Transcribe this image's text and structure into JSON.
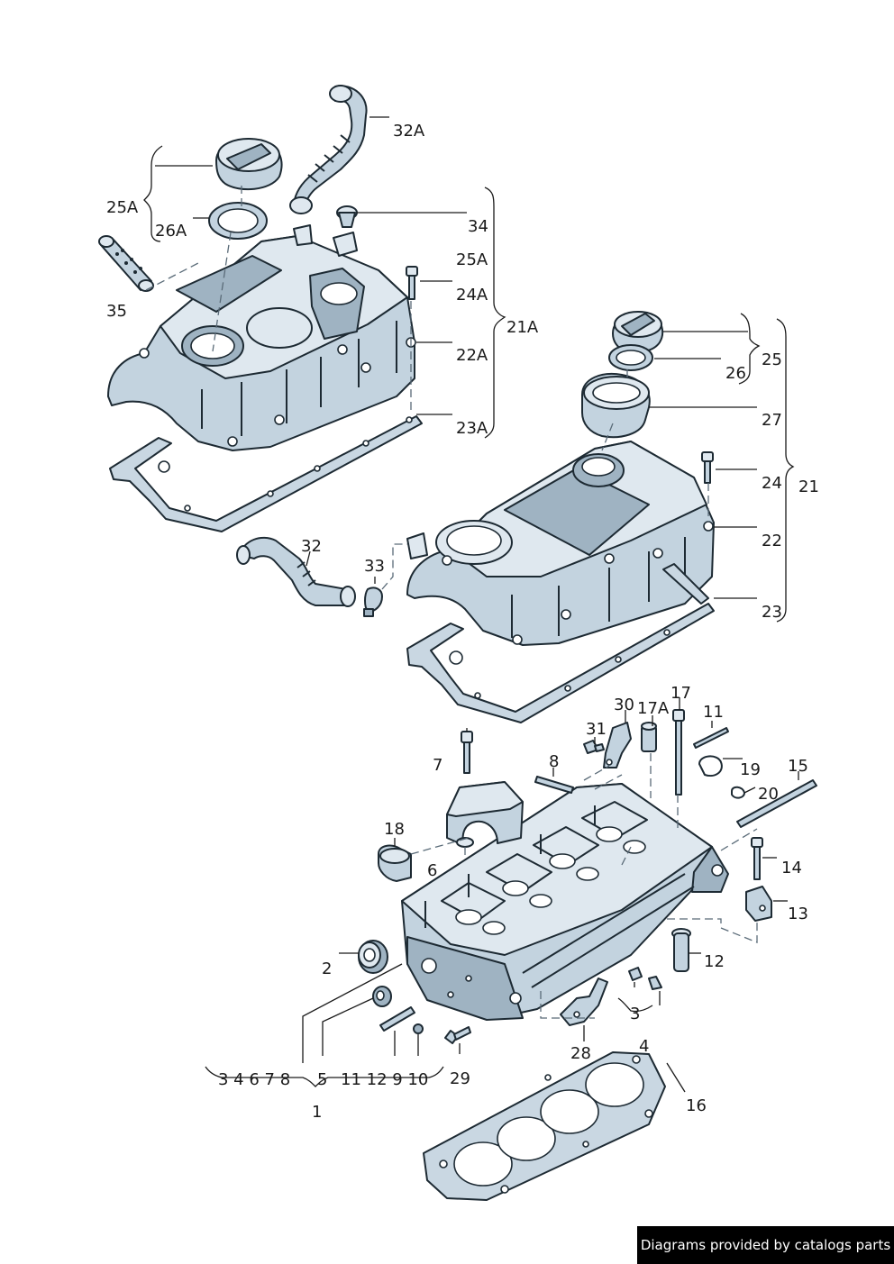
{
  "labels": {
    "l32A": "32A",
    "l34": "34",
    "l25A_top": "25A",
    "l24A": "24A",
    "l21A": "21A",
    "l22A": "22A",
    "l23A": "23A",
    "l25A_left": "25A",
    "l26A": "26A",
    "l35": "35",
    "l25": "25",
    "l26": "26",
    "l27": "27",
    "l24": "24",
    "l21": "21",
    "l22": "22",
    "l23": "23",
    "l32": "32",
    "l33": "33",
    "l7": "7",
    "l8": "8",
    "l31": "31",
    "l30": "30",
    "l17A": "17A",
    "l17": "17",
    "l11": "11",
    "l19": "19",
    "l20": "20",
    "l15": "15",
    "l18": "18",
    "l6": "6",
    "l14": "14",
    "l13": "13",
    "l2": "2",
    "l12": "12",
    "l3": "3",
    "l4": "4",
    "l28": "28",
    "l16": "16",
    "l29": "29",
    "l1": "1",
    "row_left": "3 4 6 7 8",
    "row_5": "5",
    "row_right": "11 12 9 10"
  },
  "footer": {
    "credit": "Diagrams provided by catalogs parts"
  }
}
